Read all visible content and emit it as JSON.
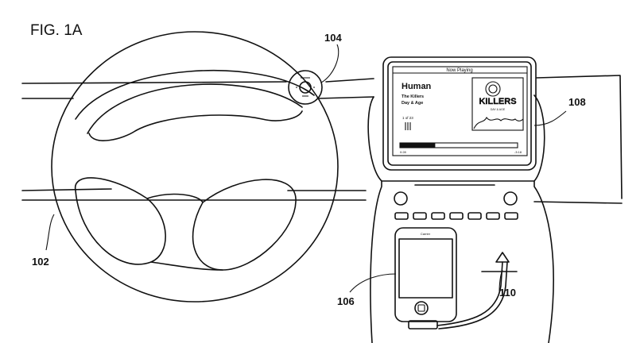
{
  "figure": {
    "title": "FIG. 1A"
  },
  "labels": {
    "steering_wheel": "102",
    "wheel_control": "104",
    "media_player": "106",
    "display": "108",
    "cable": "110"
  },
  "screen": {
    "header": "Now Playing",
    "song": "Human",
    "artist": "The Killers",
    "album": "Day & Age",
    "track_count": "1 of 23",
    "elapsed": "0:28",
    "remaining": "-3:18",
    "progress": 0.3,
    "album_art_text": "KILLERS",
    "album_art_subtext": "DAY & AGE"
  },
  "device": {
    "carrier": "Carrier"
  }
}
